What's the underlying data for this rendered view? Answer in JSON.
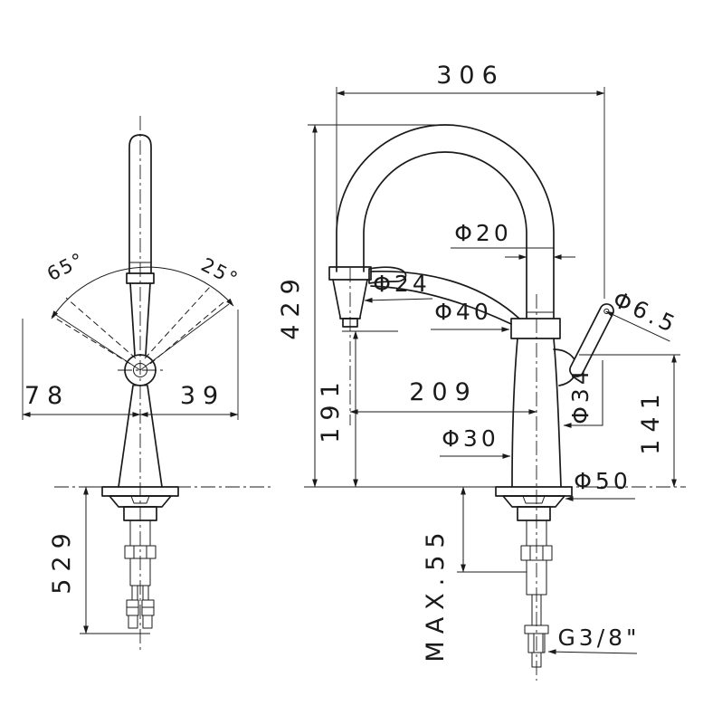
{
  "page": {
    "background": "#ffffff",
    "ink": "#1a1a1a"
  },
  "labels": {
    "d306": "306",
    "d429": "429",
    "d191": "191",
    "d209": "209",
    "d141": "141",
    "d529": "529",
    "d78": "78",
    "d39": "39",
    "a65": "65°",
    "a25": "25°",
    "dia20": "Φ20",
    "dia24": "Φ24",
    "dia40": "Φ40",
    "dia30": "Φ30",
    "dia34": "Φ34",
    "dia50": "Φ50",
    "dia65": "Φ6.5",
    "max55": "MAX.55",
    "thread": "G3/8\""
  }
}
